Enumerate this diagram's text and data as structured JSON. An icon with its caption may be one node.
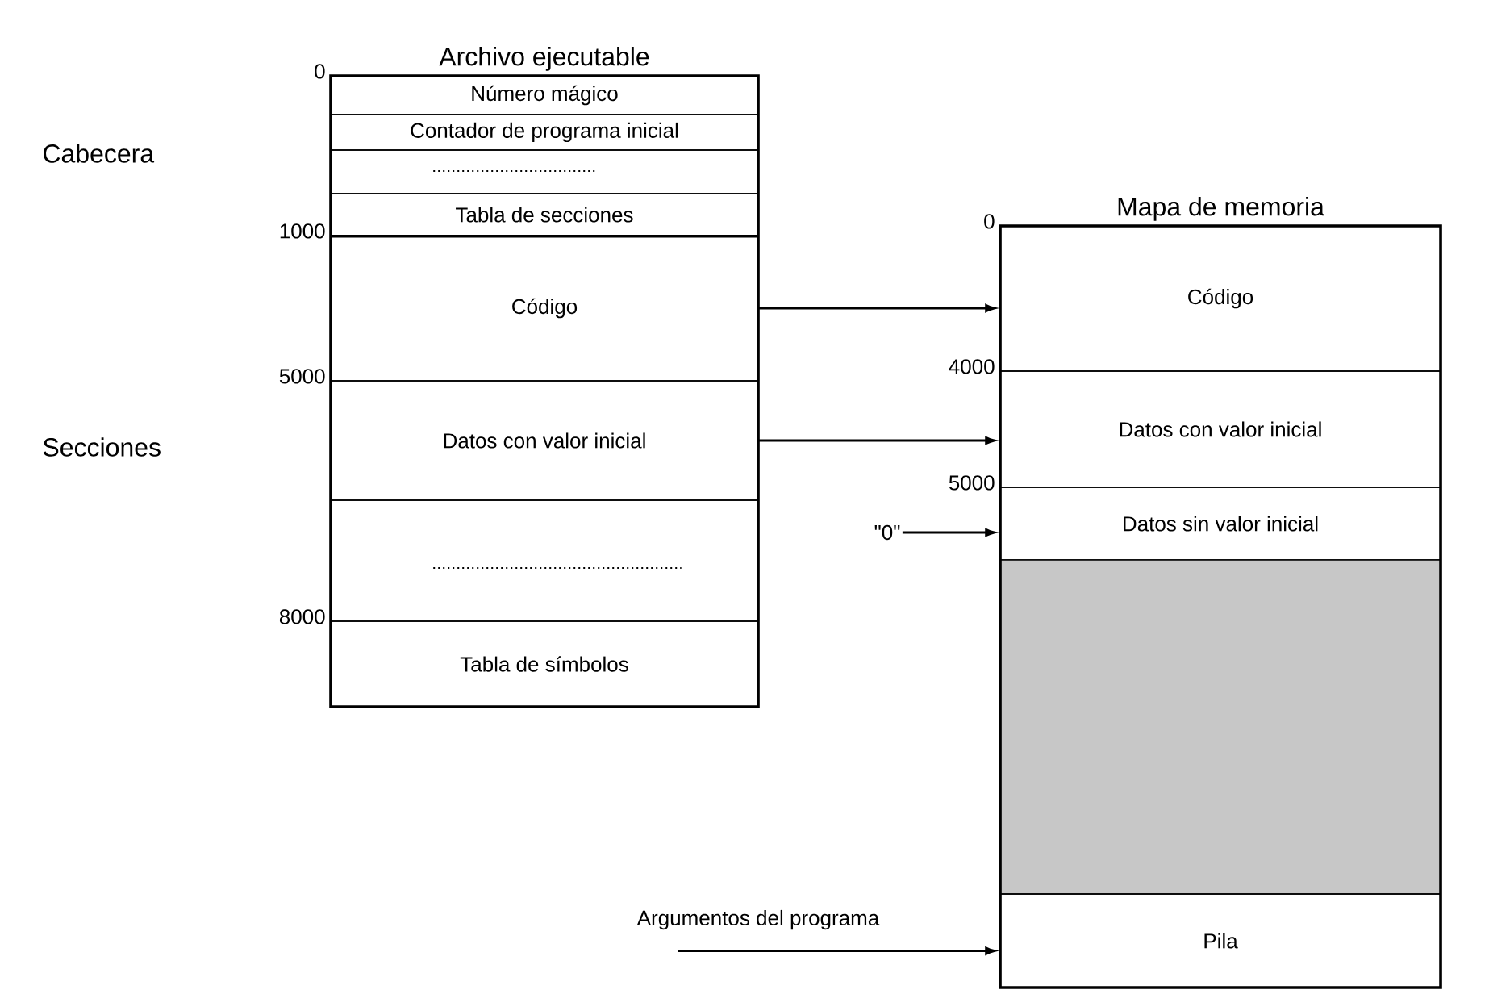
{
  "diagram": {
    "nodes": [
      {
        "text": [
          "Archivo ejecutable"
        ]
      },
      {
        "text": [
          "Número mágico"
        ],
        "in": 0,
        "beside": [
          "0"
        ]
      },
      {
        "text": [
          "Contador de programa inicial"
        ],
        "in": 0
      },
      {
        "text": [],
        "shape": "box",
        "in": 0
      },
      {
        "text": [
          "Tabla de secciones"
        ],
        "in": 0
      },
      {
        "text": [
          "Código"
        ],
        "in": 0,
        "beside": [
          "1000"
        ]
      },
      {
        "text": [
          "Datos con valor inicial"
        ],
        "in": 0,
        "beside": [
          "5000"
        ]
      },
      {
        "text": [],
        "shape": "box",
        "in": 0
      },
      {
        "text": [
          "Tabla de símbolos"
        ],
        "in": 0,
        "beside": [
          "8000"
        ]
      },
      {
        "text": [
          "Mapa de memoria"
        ]
      },
      {
        "text": [
          "Código"
        ],
        "in": 9,
        "beside": [
          "0"
        ]
      },
      {
        "text": [
          "Datos con valor inicial"
        ],
        "in": 9,
        "beside": [
          "4000"
        ]
      },
      {
        "text": [
          "Datos sin valor inicial"
        ],
        "in": 9,
        "beside": [
          "5000"
        ]
      },
      {
        "text": [],
        "shape": "box",
        "in": 9
      },
      {
        "text": [
          "Pila"
        ],
        "in": 9
      },
      {
        "text": [
          "\"0\""
        ]
      },
      {
        "text": [
          "Argumentos del programa"
        ]
      }
    ],
    "edges": [
      {
        "from": 5,
        "to": 10,
        "arrow": "to"
      },
      {
        "from": 6,
        "to": 11,
        "arrow": "to"
      },
      {
        "from": 15,
        "to": 12,
        "arrow": "to"
      },
      {
        "from": 16,
        "to": 14,
        "arrow": "to"
      }
    ],
    "labels": [
      "Cabecera",
      "Secciones"
    ]
  }
}
